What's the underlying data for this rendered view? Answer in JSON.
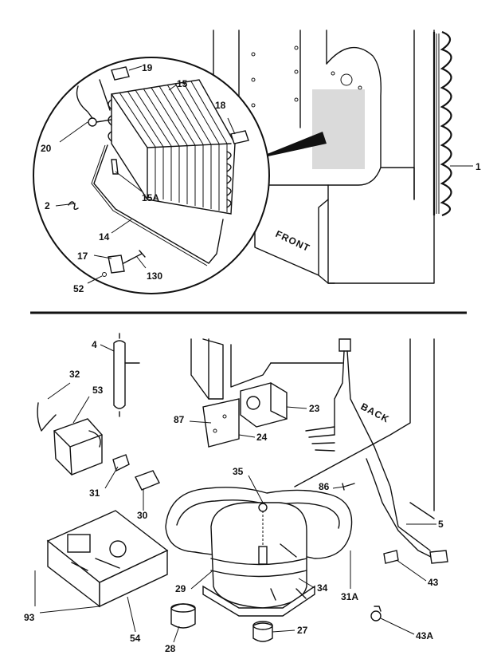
{
  "top_section": {
    "labels": {
      "p19": "19",
      "p15": "15",
      "p18": "18",
      "p20": "20",
      "p15a": "15A",
      "p2": "2",
      "p14": "14",
      "p17": "17",
      "p130": "130",
      "p52": "52",
      "p1": "1"
    },
    "cabinet_text": "FRONT"
  },
  "bottom_section": {
    "labels": {
      "p4": "4",
      "p32": "32",
      "p53": "53",
      "p87": "87",
      "p23": "23",
      "p24": "24",
      "p31": "31",
      "p30": "30",
      "p35": "35",
      "p86": "86",
      "p5": "5",
      "p93": "93",
      "p29": "29",
      "p34": "34",
      "p31a": "31A",
      "p43": "43",
      "p27": "27",
      "p54": "54",
      "p28": "28",
      "p43a": "43A"
    },
    "cabinet_text": "BACK"
  }
}
